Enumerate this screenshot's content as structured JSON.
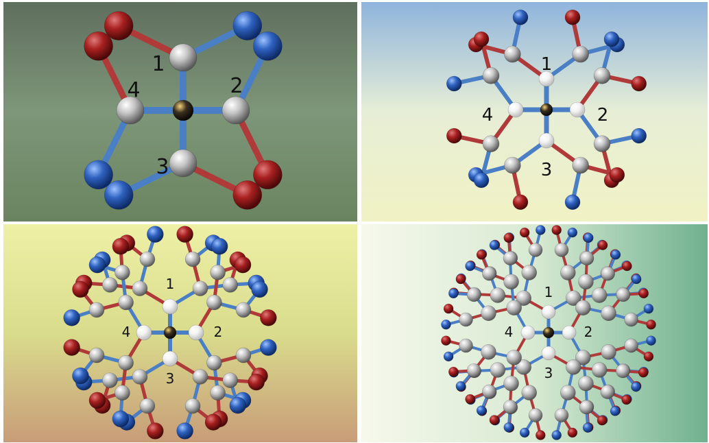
{
  "panels": [
    {
      "name": "generation-1",
      "labels": [
        "1",
        "2",
        "3",
        "4"
      ],
      "background": [
        "#5f6f5e",
        "#7e9679",
        "#6a8460"
      ]
    },
    {
      "name": "generation-2",
      "labels": [
        "1",
        "2",
        "3",
        "4"
      ],
      "background": [
        "#8fb4dc",
        "#e6eed6",
        "#f1f2c4"
      ]
    },
    {
      "name": "generation-3",
      "labels": [
        "1",
        "2",
        "3",
        "4"
      ],
      "background": [
        "#eef0a6",
        "#d9dc8c",
        "#c89c78"
      ]
    },
    {
      "name": "generation-4",
      "labels": [
        "1",
        "2",
        "3",
        "4"
      ],
      "background": [
        "#f6f8ec",
        "#d8ead2",
        "#6fb18f"
      ]
    }
  ],
  "colors": {
    "red_sphere": "#9c1c1c",
    "blue_sphere": "#2e5fb3",
    "silver_sphere": "#b8b8b8",
    "white_sphere": "#f4f4f4",
    "core_sphere": "#2a2418",
    "bond_red": "#b03a3a",
    "bond_blue": "#4a7fc6"
  }
}
